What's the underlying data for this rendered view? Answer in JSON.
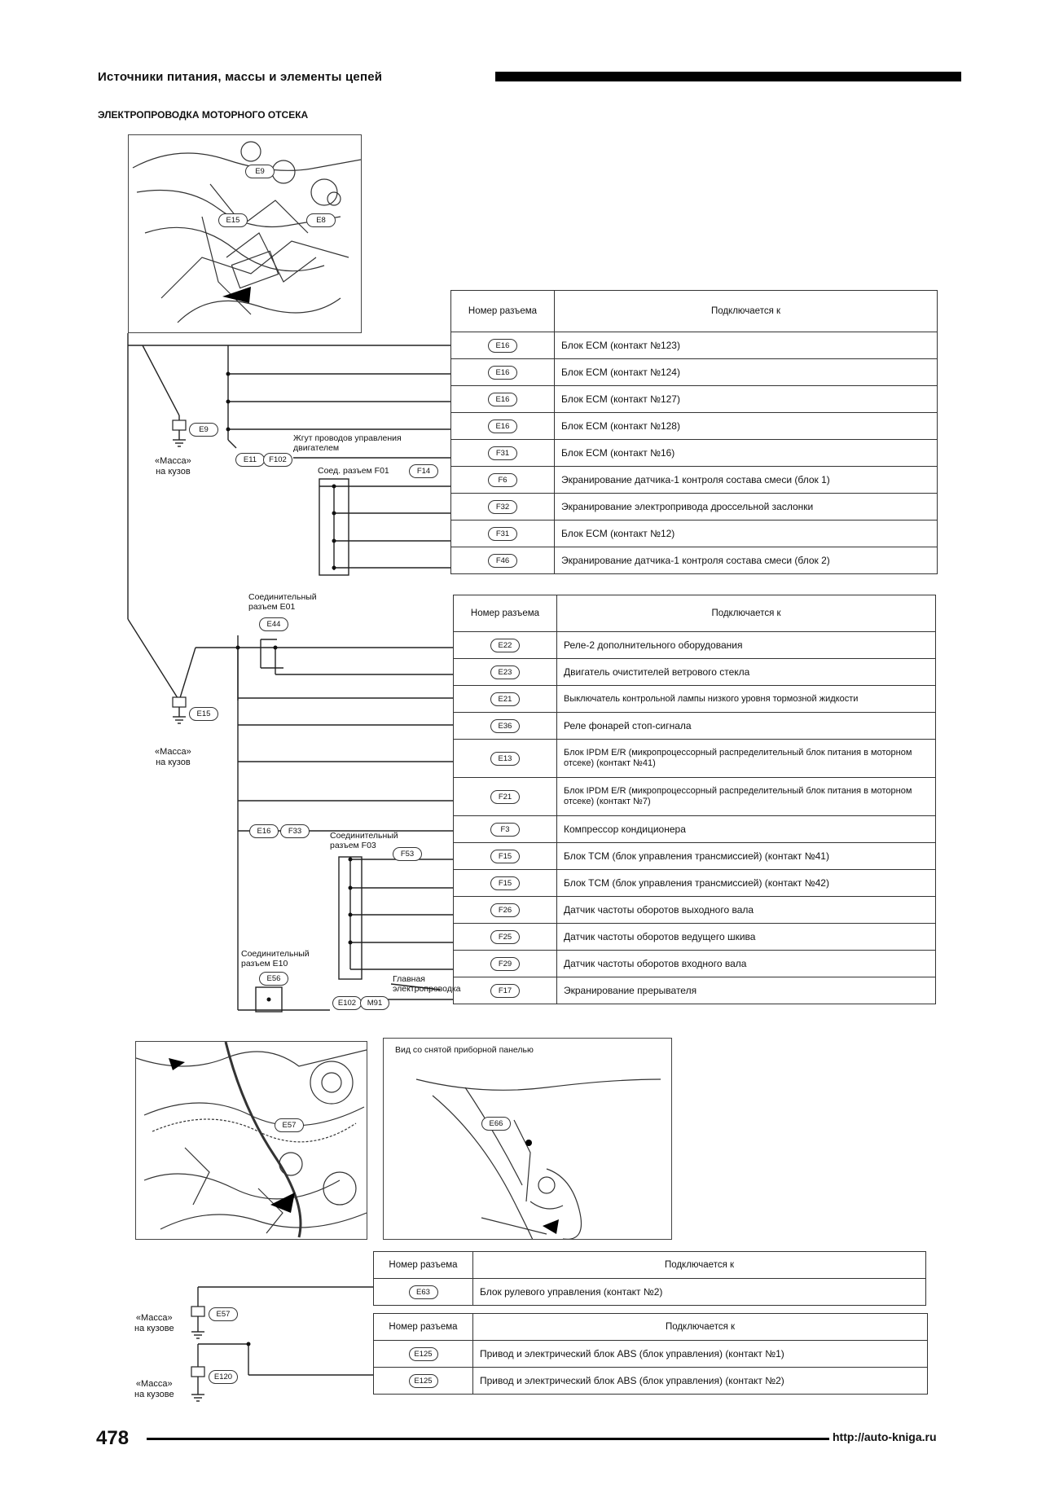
{
  "header": {
    "title": "Источники питания, массы и элементы цепей",
    "section_title": "ЭЛЕКТРОПРОВОДКА МОТОРНОГО ОТСЕКА"
  },
  "photo_labels": {
    "top_photo": [
      "E9",
      "E15",
      "E8"
    ],
    "bottom_left_photo": "E57",
    "bottom_right_title": "Вид со снятой приборной панелью",
    "bottom_right_badge": "E66"
  },
  "ground_labels": {
    "mass_label_1": "«Масса»",
    "mass_label_2": "на кузов",
    "mass_label_3": "«Масса»",
    "mass_label_4": "на кузове",
    "ground_e9": "E9",
    "ground_e15": "E15",
    "ground_e57": "E57",
    "ground_e120": "E120"
  },
  "diagram1": {
    "harness_label": "Жгут проводов управления двигателем",
    "conn_f01": "Соед. разъем F01",
    "conn_f01_badge": "F14",
    "pair_left": "E11",
    "pair_right": "F102"
  },
  "diagram2": {
    "conn_e01_label": "Соединительный разъем E01",
    "conn_e01_badge": "E44",
    "conn_f03_label": "Соединительный разъем F03",
    "conn_f03_badge": "F53",
    "pair_left": "E16",
    "pair_right": "F33",
    "conn_e10_label": "Соединительный разъем E10",
    "conn_e10_badge": "E56",
    "main_harness": "Главная электропроводка",
    "pair2_left": "E102",
    "pair2_right": "M91"
  },
  "table1": {
    "header_num": "Номер разъема",
    "header_conn": "Подключается к",
    "rows": [
      {
        "num": "E16",
        "desc": "Блок ECM (контакт №123)"
      },
      {
        "num": "E16",
        "desc": "Блок ECM (контакт №124)"
      },
      {
        "num": "E16",
        "desc": "Блок ECM (контакт №127)"
      },
      {
        "num": "E16",
        "desc": "Блок ECM (контакт №128)"
      },
      {
        "num": "F31",
        "desc": "Блок ECM (контакт №16)"
      },
      {
        "num": "F6",
        "desc": "Экранирование датчика-1 контроля состава смеси (блок 1)"
      },
      {
        "num": "F32",
        "desc": "Экранирование электропривода дроссельной заслонки"
      },
      {
        "num": "F31",
        "desc": "Блок ECM (контакт №12)"
      },
      {
        "num": "F46",
        "desc": "Экранирование датчика-1 контроля состава смеси (блок 2)"
      }
    ]
  },
  "table2": {
    "header_num": "Номер разъема",
    "header_conn": "Подключается к",
    "rows": [
      {
        "num": "E22",
        "desc": "Реле-2 дополнительного оборудования"
      },
      {
        "num": "E23",
        "desc": "Двигатель очистителей ветрового стекла"
      },
      {
        "num": "E21",
        "desc": "Выключатель контрольной лампы низкого уровня тормозной жидкости"
      },
      {
        "num": "E36",
        "desc": "Реле фонарей стоп-сигнала"
      },
      {
        "num": "E13",
        "desc": "Блок IPDM E/R (микропроцессорный распределительный блок питания в моторном отсеке) (контакт №41)"
      },
      {
        "num": "F21",
        "desc": "Блок IPDM E/R (микропроцессорный распределительный блок питания в моторном отсеке) (контакт №7)"
      },
      {
        "num": "F3",
        "desc": "Компрессор кондиционера"
      },
      {
        "num": "F15",
        "desc": "Блок TCM (блок управления трансмиссией) (контакт №41)"
      },
      {
        "num": "F15",
        "desc": "Блок TCM (блок управления трансмиссией) (контакт №42)"
      },
      {
        "num": "F26",
        "desc": "Датчик частоты оборотов выходного вала"
      },
      {
        "num": "F25",
        "desc": "Датчик частоты оборотов ведущего шкива"
      },
      {
        "num": "F29",
        "desc": "Датчик частоты оборотов входного вала"
      },
      {
        "num": "F17",
        "desc": "Экранирование прерывателя"
      }
    ]
  },
  "table3": {
    "header_num": "Номер разъема",
    "header_conn": "Подключается к",
    "rows": [
      {
        "num": "E63",
        "desc": "Блок рулевого управления (контакт №2)"
      }
    ]
  },
  "table4": {
    "header_num": "Номер разъема",
    "header_conn": "Подключается к",
    "rows": [
      {
        "num": "E125",
        "desc": "Привод и электрический блок ABS (блок управления) (контакт №1)"
      },
      {
        "num": "E125",
        "desc": "Привод и электрический блок ABS (блок управления) (контакт №2)"
      }
    ]
  },
  "footer": {
    "page_number": "478",
    "url": "http://auto-kniga.ru"
  }
}
